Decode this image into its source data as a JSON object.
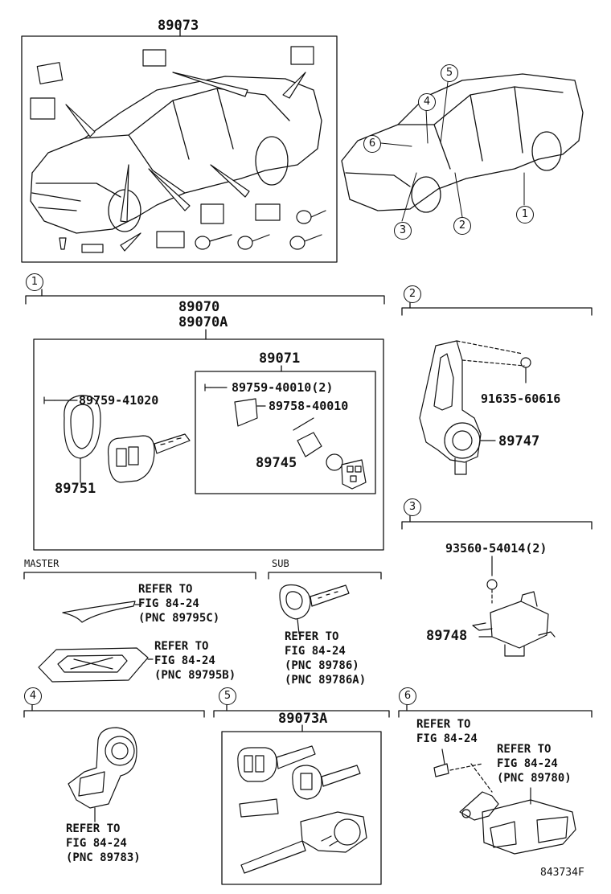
{
  "top": {
    "kit_number": "89073"
  },
  "overview_callouts": [
    "1",
    "2",
    "3",
    "4",
    "5",
    "6"
  ],
  "section1": {
    "badge": "1",
    "set_numbers": [
      "89070",
      "89070A"
    ],
    "left_parts": {
      "screw": "89759-41020",
      "case": "89751"
    },
    "inner": {
      "number": "89071",
      "screw": "89759-40010(2)",
      "cover": "89758-40010",
      "battery": "89745"
    }
  },
  "master": {
    "heading": "MASTER",
    "ref1": "REFER TO\nFIG 84-24\n(PNC 89795C)",
    "ref2": "REFER TO\nFIG 84-24\n(PNC 89795B)"
  },
  "sub": {
    "heading": "SUB",
    "ref": "REFER TO\nFIG 84-24\n(PNC 89786)\n(PNC 89786A)"
  },
  "section2": {
    "badge": "2",
    "bolt": "91635-60616",
    "part": "89747"
  },
  "section3": {
    "badge": "3",
    "screw": "93560-54014(2)",
    "part": "89748"
  },
  "section4": {
    "badge": "4",
    "ref": "REFER TO\nFIG 84-24\n(PNC 89783)"
  },
  "section5": {
    "badge": "5",
    "part": "89073A"
  },
  "section6": {
    "badge": "6",
    "ref1": "REFER TO\nFIG 84-24",
    "ref2": "REFER TO\nFIG 84-24\n(PNC 89780)"
  },
  "footer": {
    "figure_code": "843734F"
  },
  "colors": {
    "ink": "#111111",
    "paper": "#ffffff"
  }
}
